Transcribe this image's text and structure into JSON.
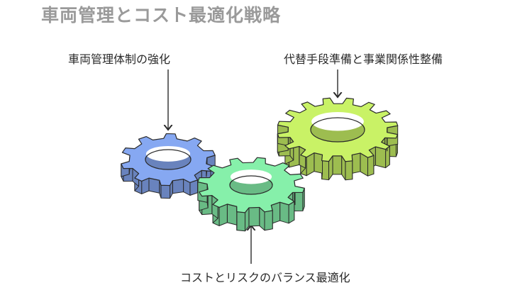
{
  "title": "車両管理とコスト最適化戦略",
  "labels": {
    "vehicle_management": "車両管理体制の強化",
    "backup_business": "代替手段準備と事業関係性整備",
    "cost_risk": "コストとリスクのバランス最適化"
  },
  "colors": {
    "title": "#9a9a9a",
    "gear_blue": "#86a8f2",
    "gear_green": "#86f0aa",
    "gear_lime": "#c9f266",
    "outline": "#2a2a2a"
  }
}
